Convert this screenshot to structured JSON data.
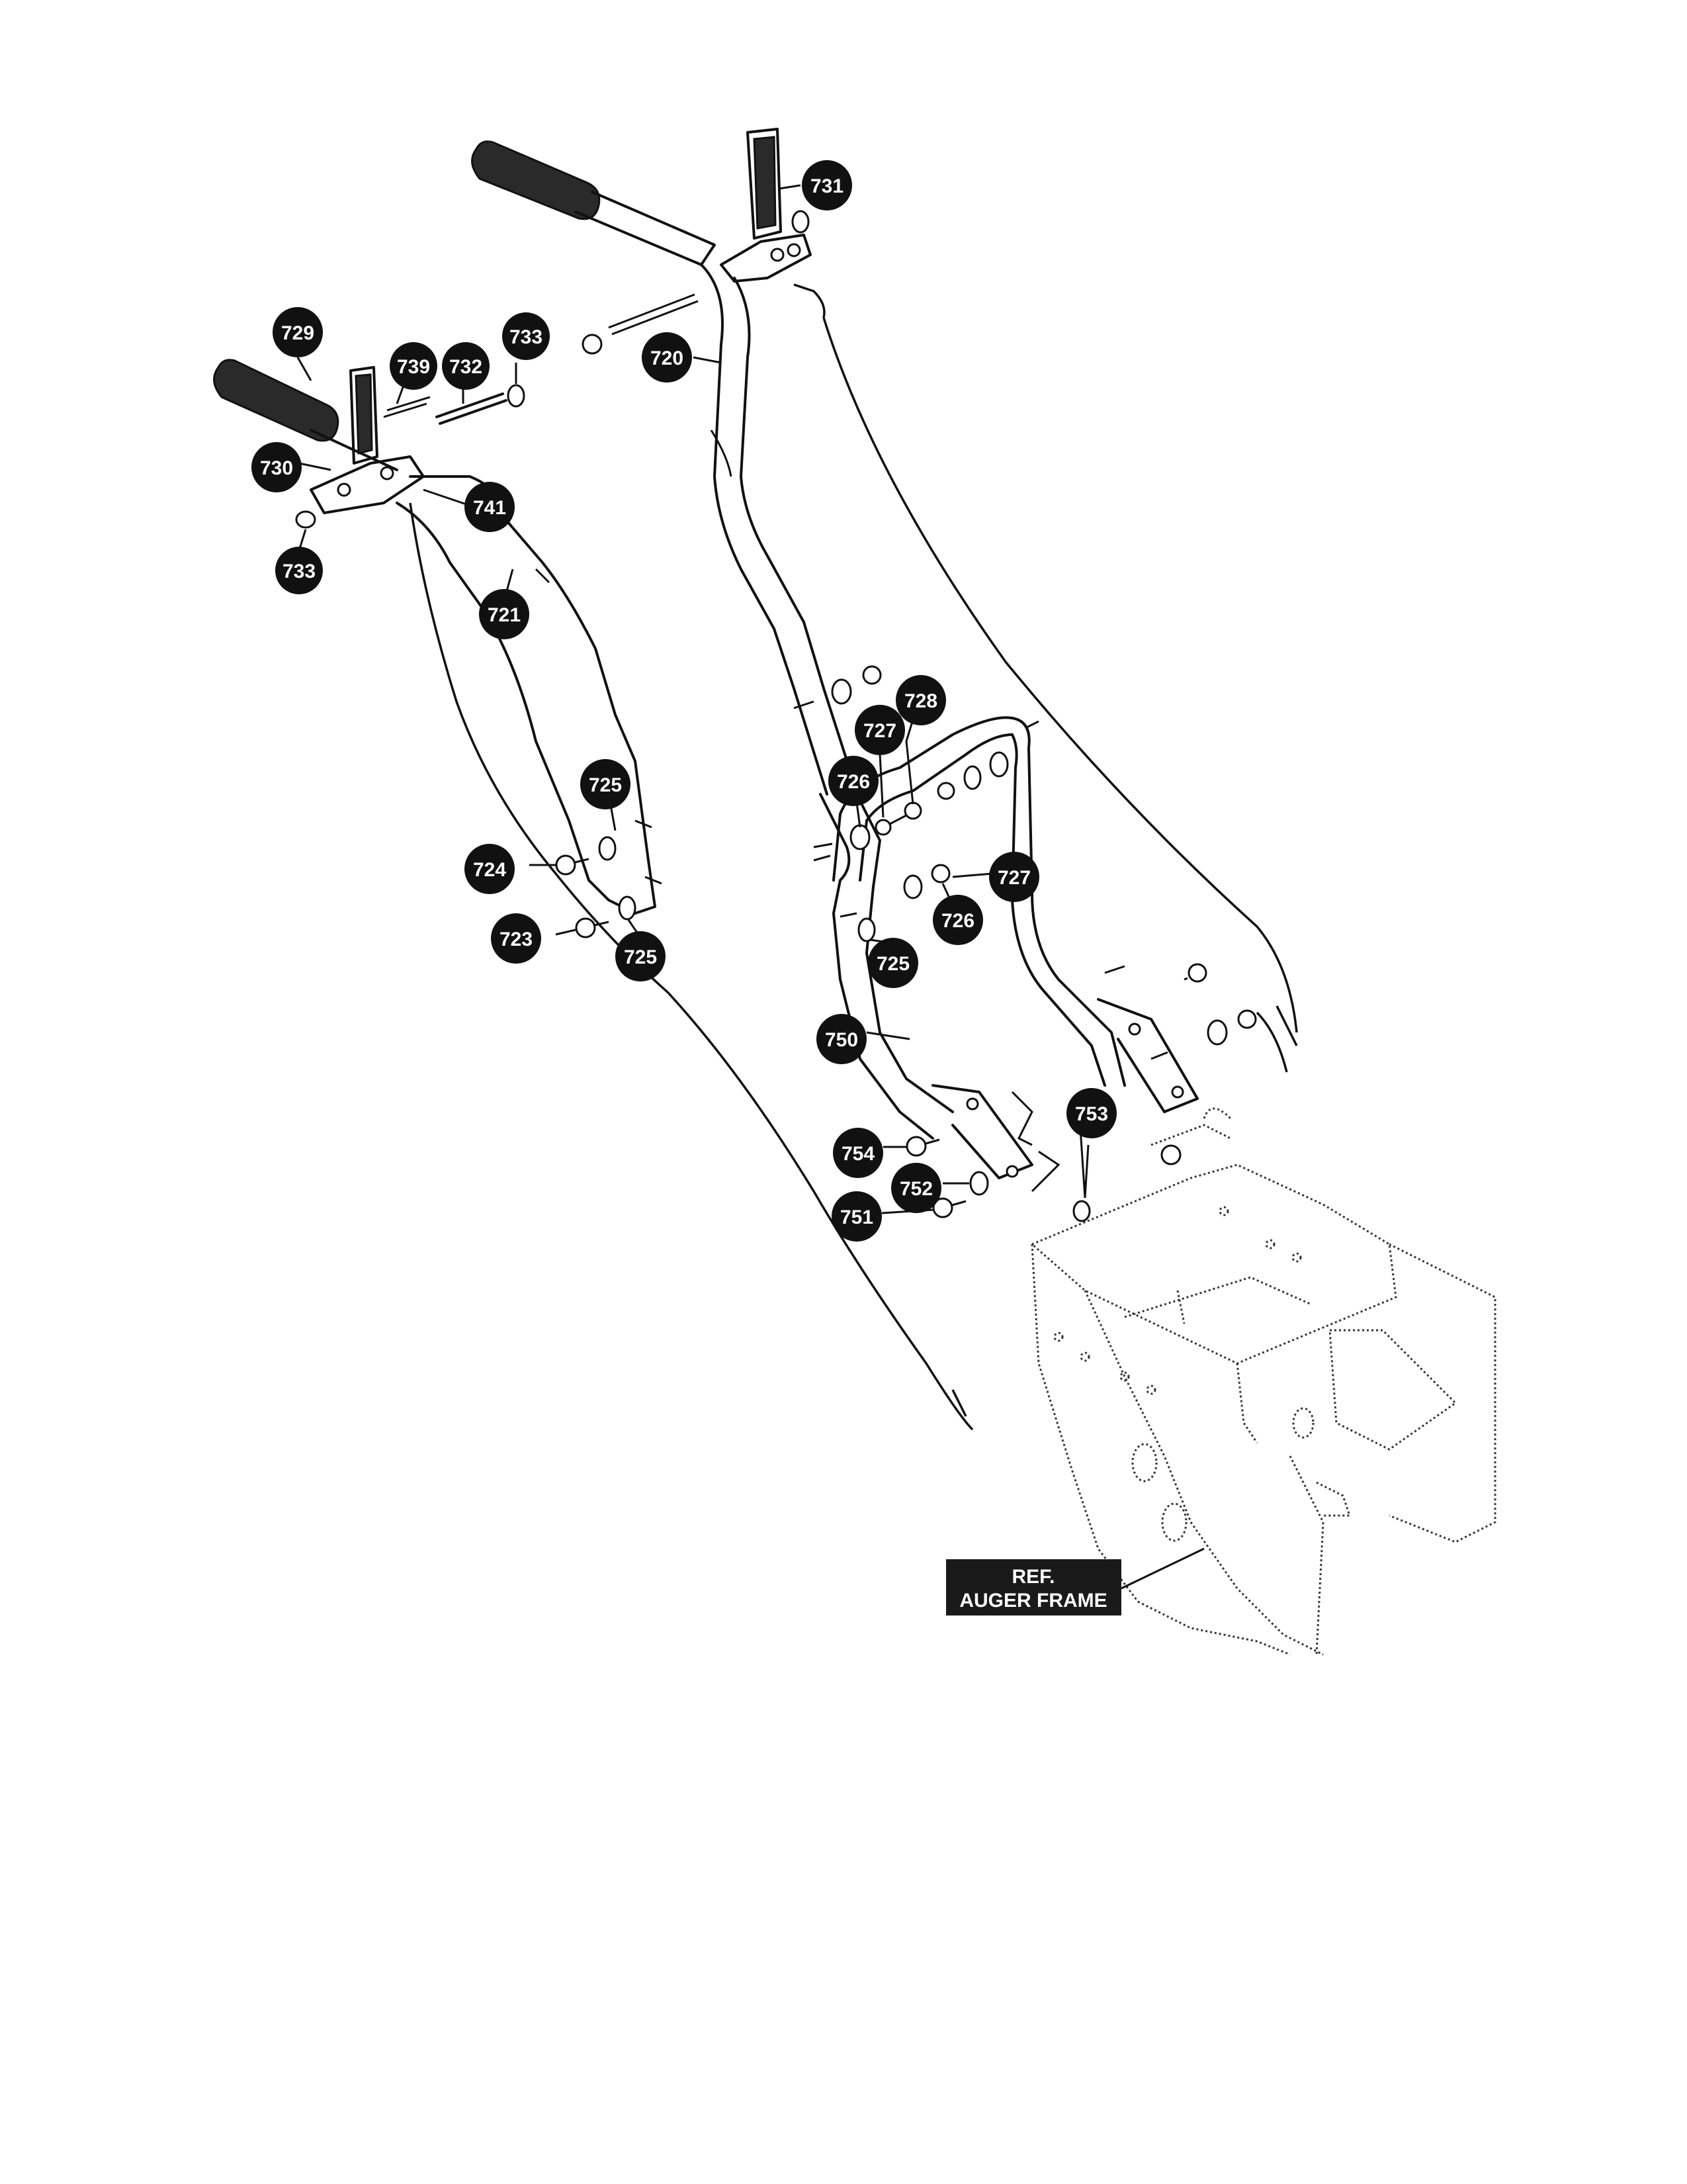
{
  "callouts": {
    "p731": "731",
    "p720": "720",
    "p729": "729",
    "p739": "739",
    "p732": "732",
    "p733a": "733",
    "p730": "730",
    "p741": "741",
    "p733b": "733",
    "p721": "721",
    "p728": "728",
    "p727a": "727",
    "p726a": "726",
    "p725a": "725",
    "p724": "724",
    "p723": "723",
    "p725b": "725",
    "p727b": "727",
    "p726b": "726",
    "p725c": "725",
    "p750": "750",
    "p753": "753",
    "p754": "754",
    "p752": "752",
    "p751": "751"
  },
  "reference_label": {
    "line1": "REF.",
    "line2": "AUGER FRAME"
  }
}
